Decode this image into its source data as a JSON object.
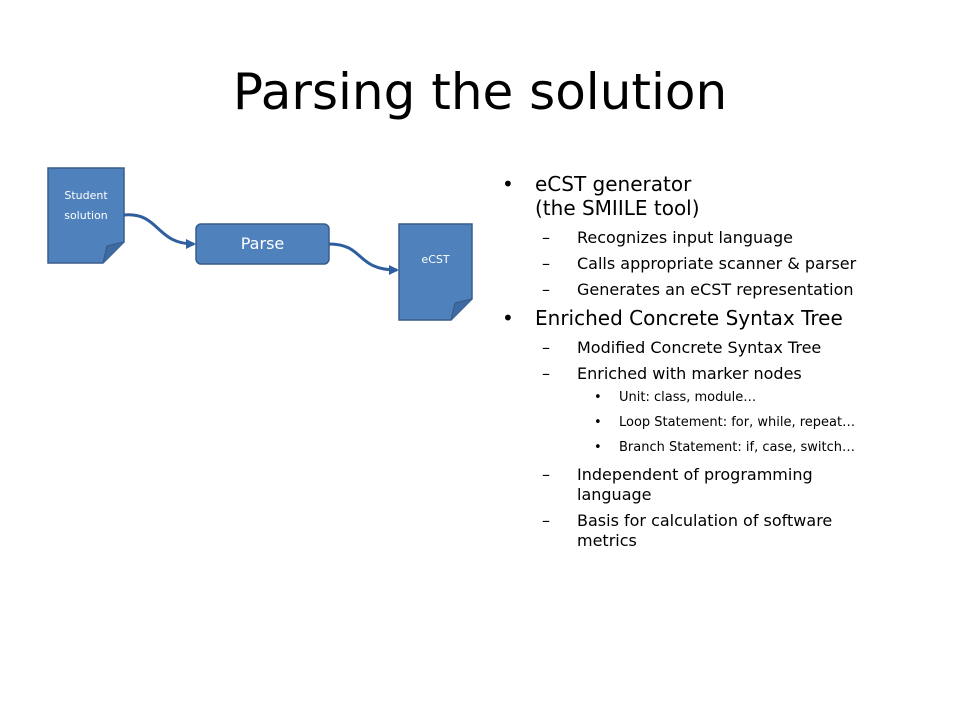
{
  "slide": {
    "title": "Parsing the solution"
  },
  "diagram": {
    "student_doc_label_line1": "Student",
    "student_doc_label_line2": "solution",
    "parse_label": "Parse",
    "ecst_doc_label": "eCST",
    "colors": {
      "shape_fill": "#4F81BD",
      "shape_stroke": "#385D8A",
      "connector": "#2F5F9E"
    }
  },
  "bullets": {
    "item1": {
      "line1": "eCST generator",
      "line2": "(the SMIILE tool)",
      "sub": [
        "Recognizes input language",
        "Calls appropriate scanner & parser",
        "Generates an eCST representation"
      ]
    },
    "item2": {
      "text": "Enriched Concrete Syntax Tree",
      "sub1": "Modified Concrete Syntax Tree",
      "sub2": "Enriched with marker nodes",
      "subsub": [
        "Unit: class, module…",
        "Loop Statement: for, while, repeat…",
        "Branch Statement: if, case, switch…"
      ],
      "sub3_line1": "Independent of programming",
      "sub3_line2": "language",
      "sub4_line1": "Basis for calculation of software",
      "sub4_line2": "metrics"
    }
  }
}
